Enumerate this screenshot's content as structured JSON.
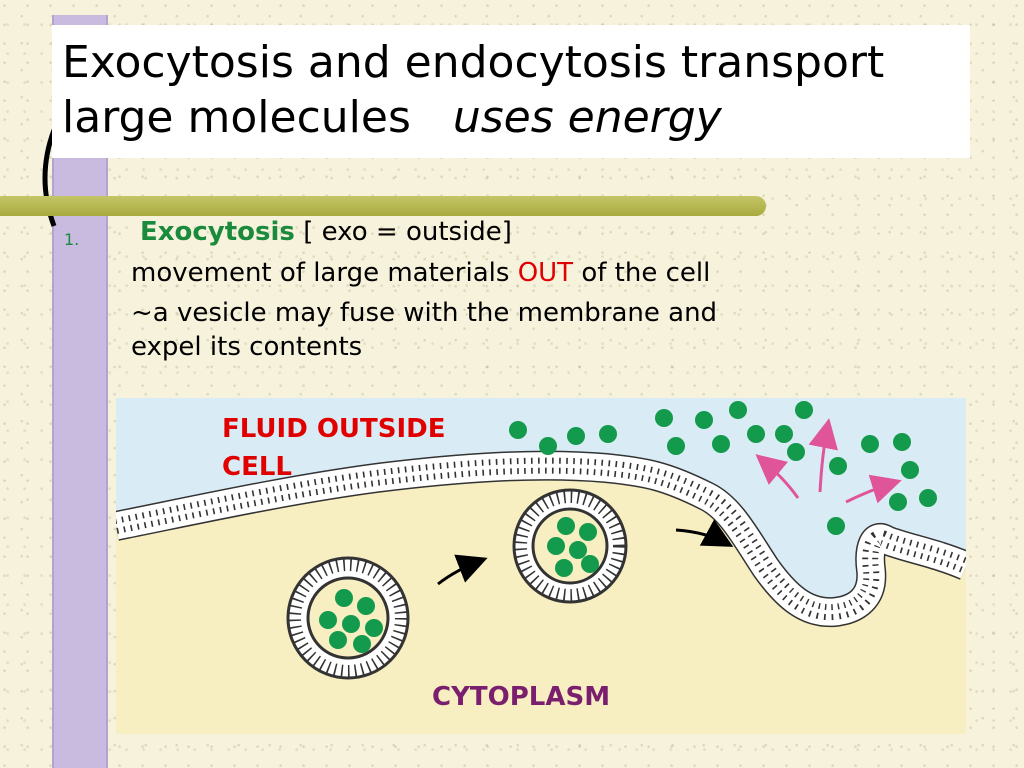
{
  "slide": {
    "title_line1": "Exocytosis and endocytosis transport",
    "title_line2_main": "large molecules",
    "title_line2_emphasis": "uses energy"
  },
  "list": {
    "number": "1.",
    "term": "Exocytosis",
    "term_note": "[ exo = outside]",
    "line2_before": "movement of large materials",
    "line2_highlight": "OUT",
    "line2_after": "of the cell",
    "line3": "~a vesicle may fuse with the membrane and",
    "line4": "expel its contents"
  },
  "diagram": {
    "label_outside_line1": "FLUID OUTSIDE",
    "label_outside_line2": "CELL",
    "label_inside": "CYTOPLASM"
  },
  "colors": {
    "term": "#1a8a3c",
    "highlight": "#e00000",
    "cytoplasm_label": "#7a1e6e",
    "molecules": "#139a4c",
    "fluid": "#d9ecf6",
    "cytoplasm": "#f7eec2",
    "release_arrows": "#e0559a"
  }
}
